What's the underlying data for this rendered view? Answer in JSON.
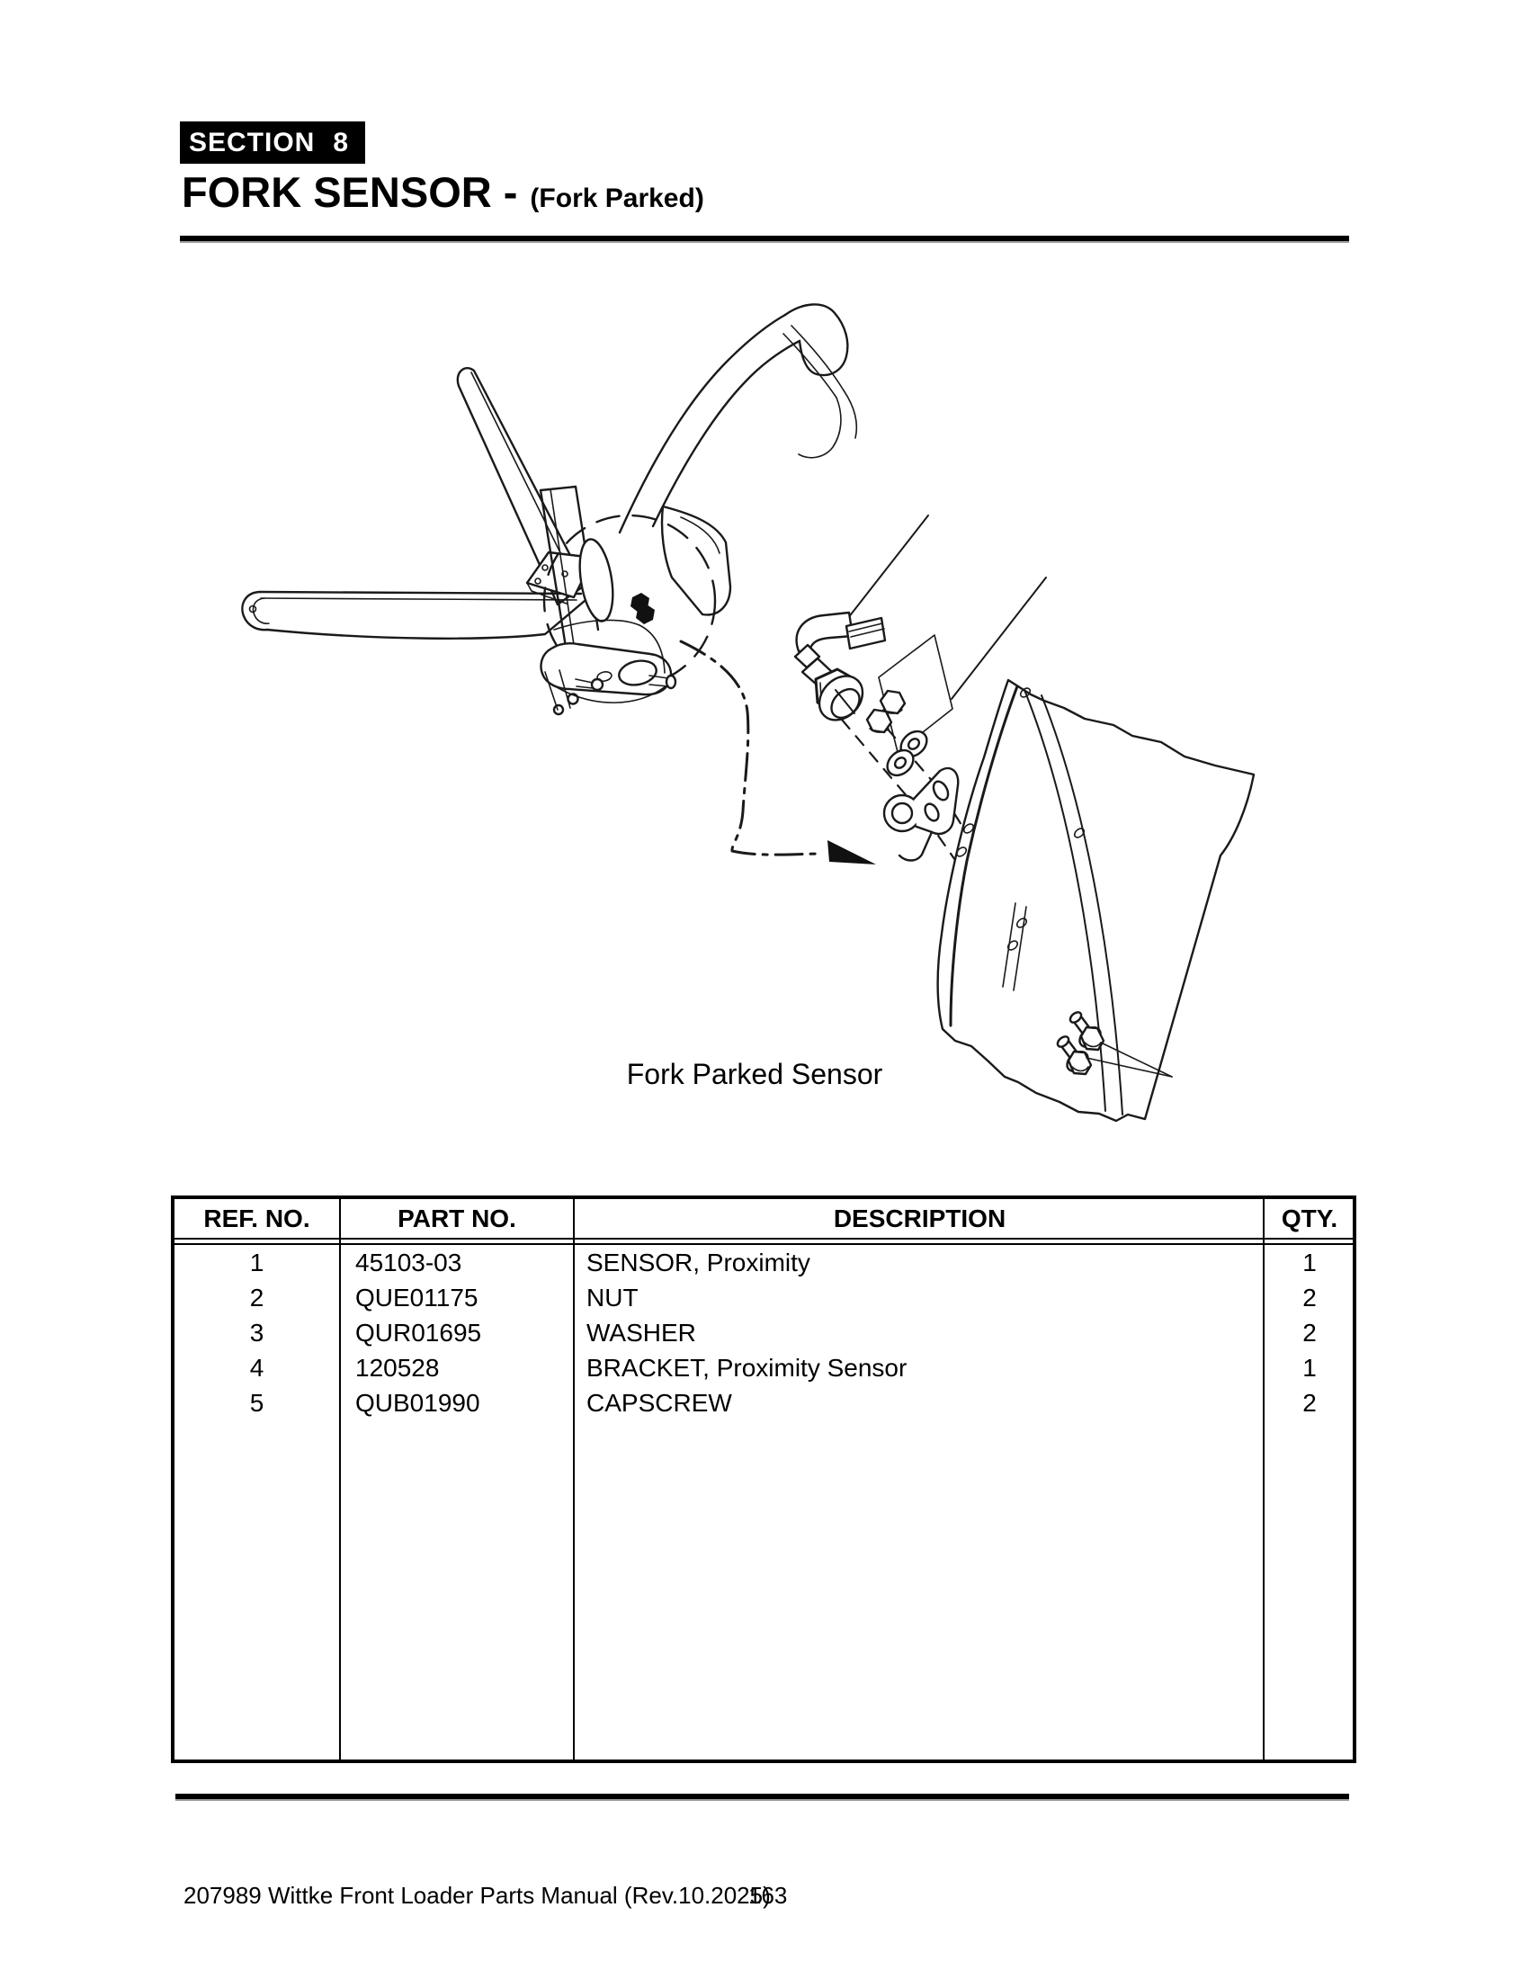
{
  "header": {
    "section_label": "SECTION",
    "section_number": "8",
    "title": "FORK SENSOR -",
    "subtitle": "(Fork Parked)"
  },
  "diagram": {
    "caption": "Fork Parked Sensor"
  },
  "table": {
    "columns": [
      "REF. NO.",
      "PART NO.",
      "DESCRIPTION",
      "QTY."
    ],
    "rows": [
      {
        "ref": "1",
        "part": "45103-03",
        "desc": "SENSOR, Proximity",
        "qty": "1"
      },
      {
        "ref": "2",
        "part": "QUE01175",
        "desc": "NUT",
        "qty": "2"
      },
      {
        "ref": "3",
        "part": "QUR01695",
        "desc": "WASHER",
        "qty": "2"
      },
      {
        "ref": "4",
        "part": "120528",
        "desc": "BRACKET, Proximity Sensor",
        "qty": "1"
      },
      {
        "ref": "5",
        "part": "QUB01990",
        "desc": "CAPSCREW",
        "qty": "2"
      }
    ]
  },
  "footer": {
    "manual": "207989 Wittke Front Loader Parts Manual (Rev.10.2025)",
    "page": "163"
  },
  "colors": {
    "ink": "#000000",
    "rule_shadow": "#9a9a9a"
  }
}
